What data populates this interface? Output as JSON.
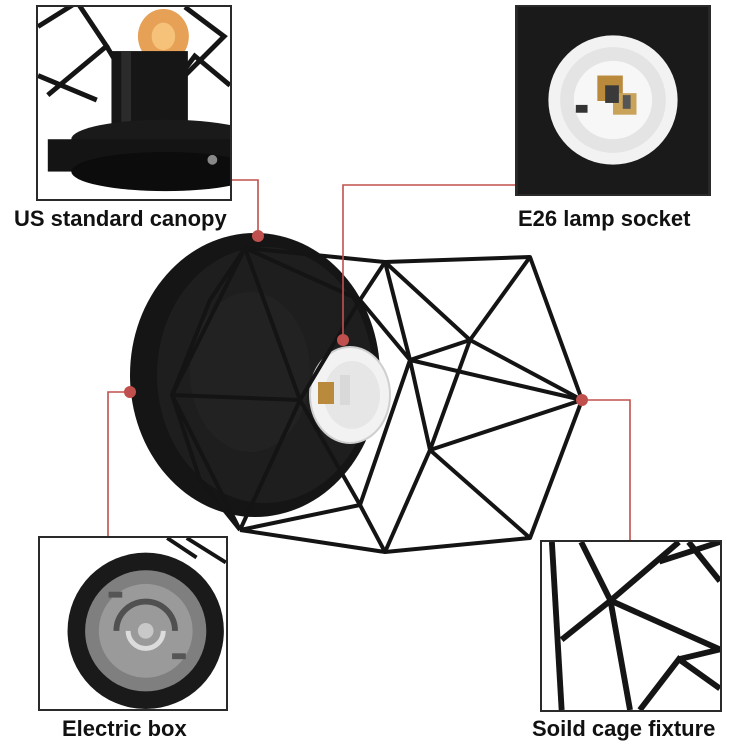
{
  "captions": {
    "canopy": "US standard canopy",
    "socket": "E26 lamp socket",
    "electric_box": "Electric box",
    "cage": "Soild cage fixture"
  },
  "colors": {
    "callout": "#c0504d",
    "metal": "#141414",
    "bulb_glow": "#e08a2c",
    "socket_white": "#f4f4f4",
    "brass": "#b98a3c"
  }
}
